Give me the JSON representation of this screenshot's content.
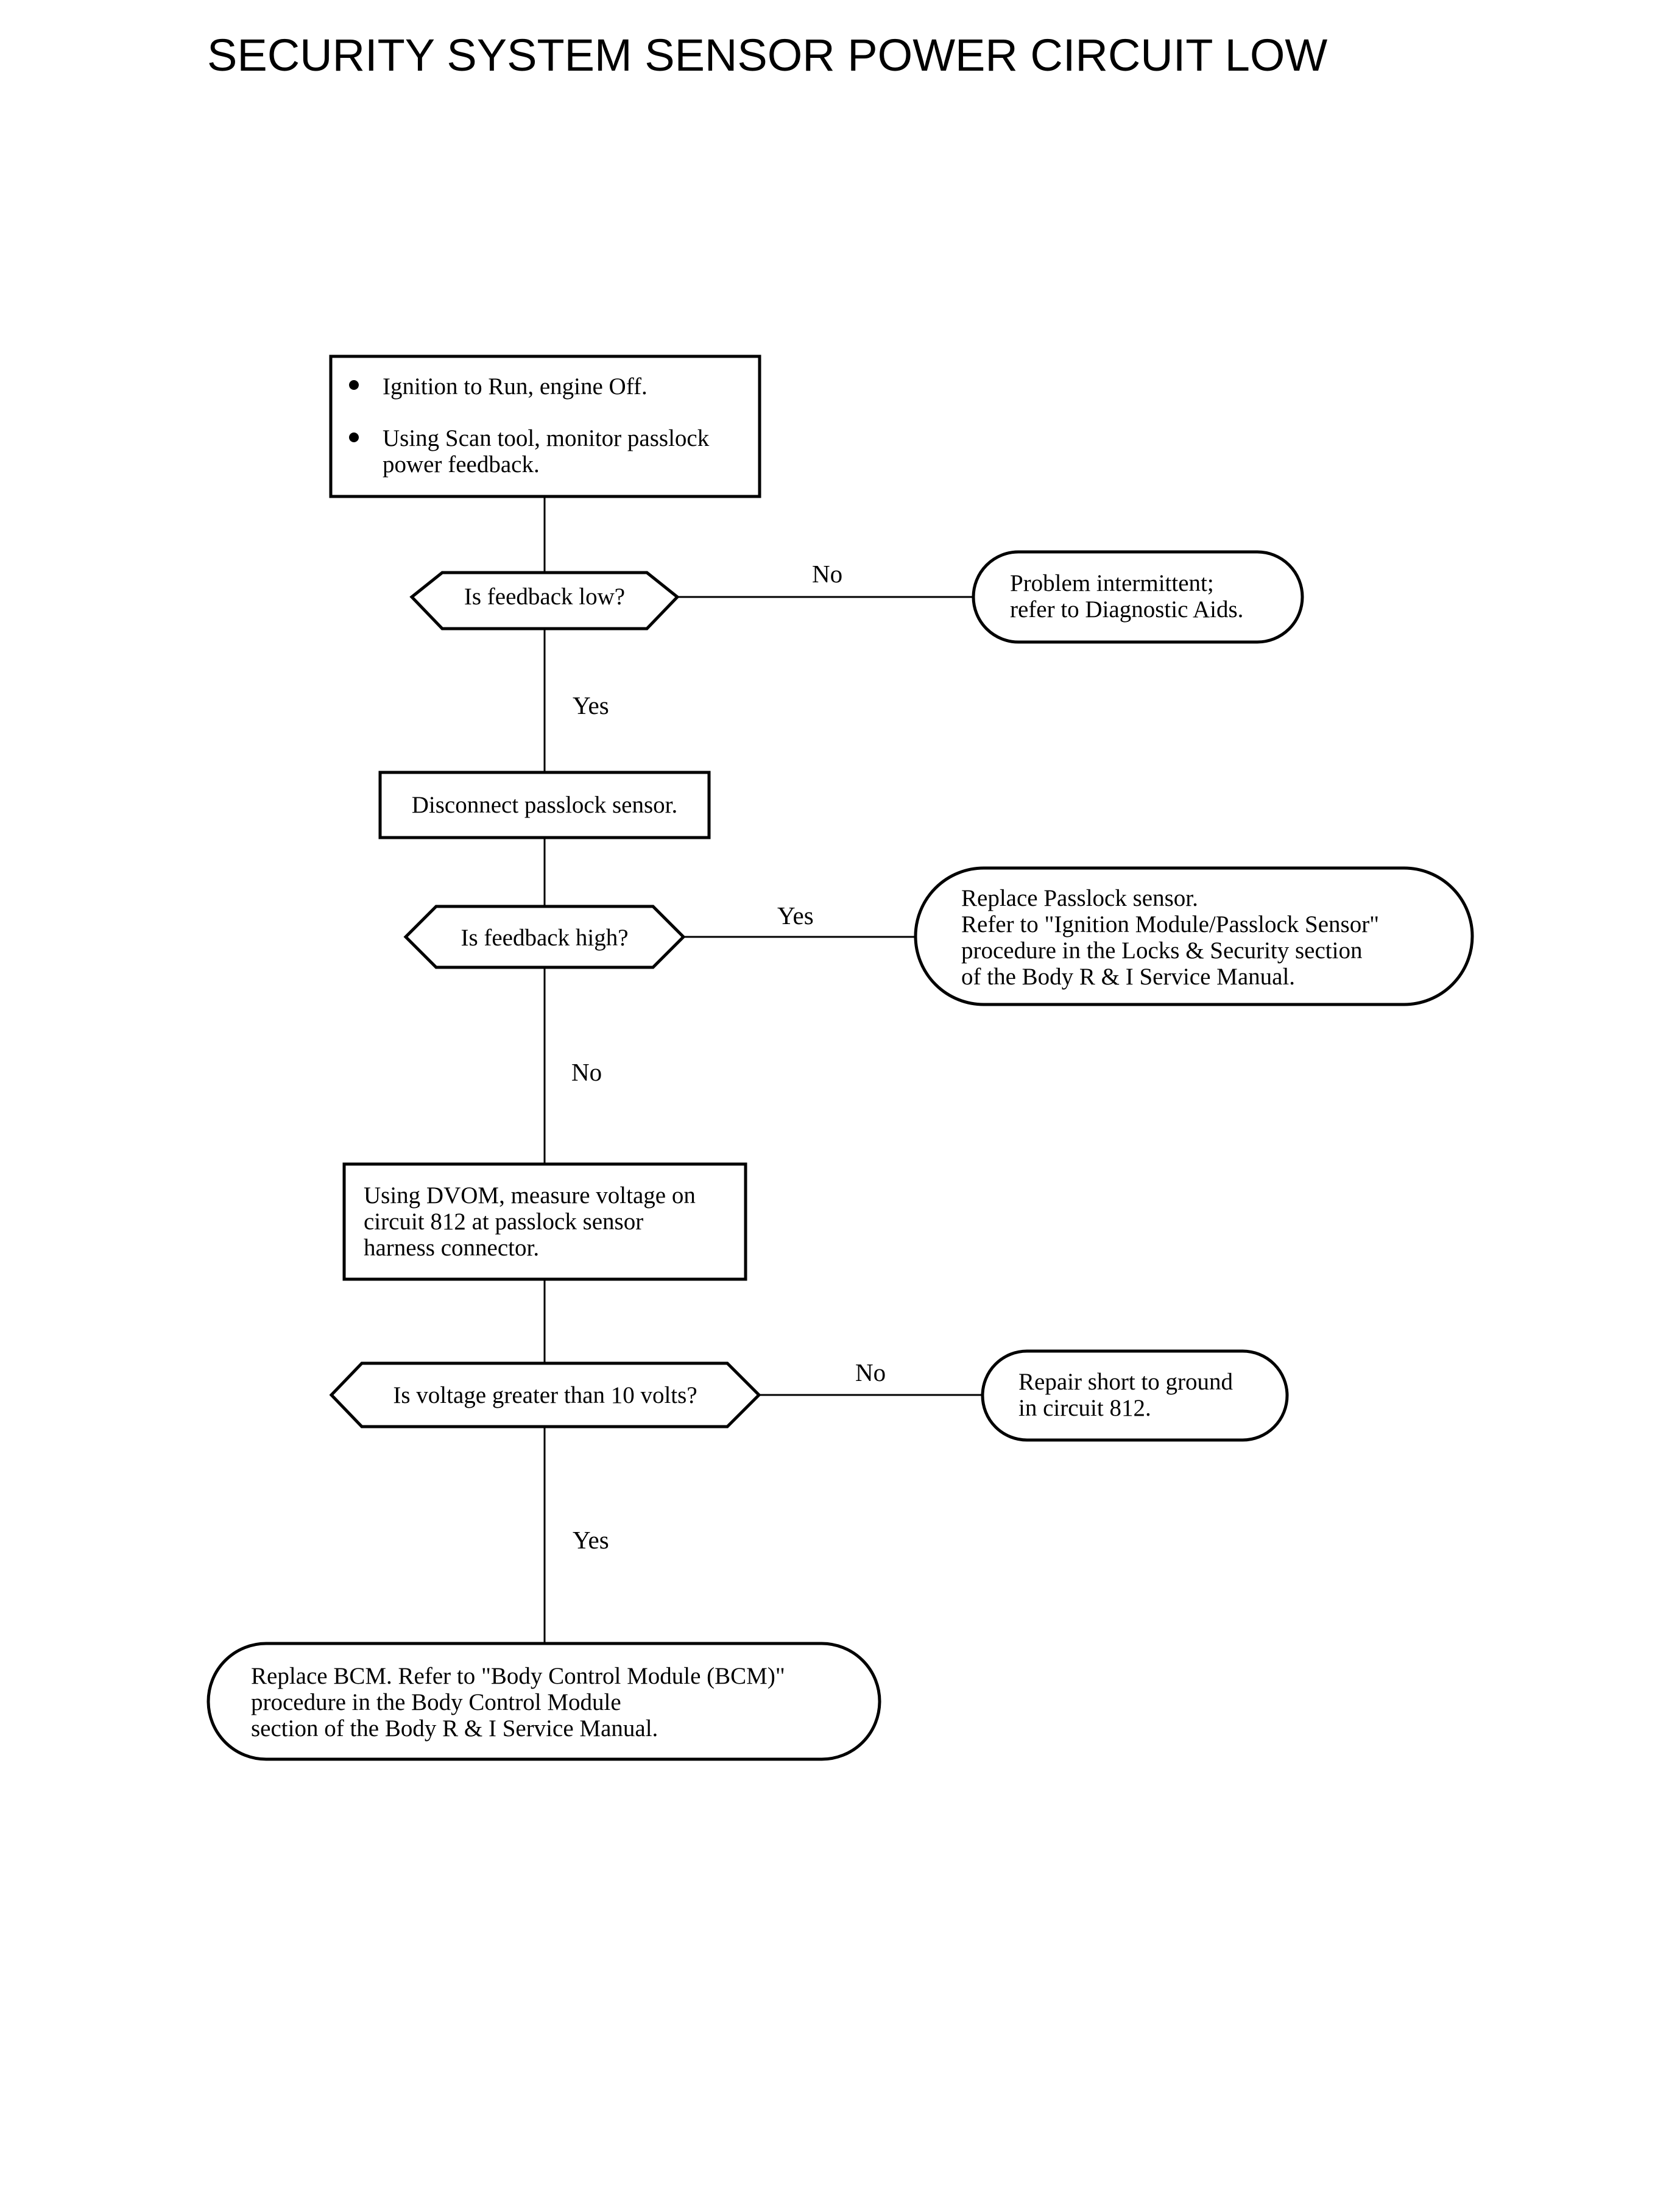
{
  "title": "SECURITY SYSTEM SENSOR POWER CIRCUIT LOW",
  "steps": {
    "step1": {
      "bullets": [
        "Ignition to Run,  engine Off.",
        "Using Scan tool, monitor passlock",
        "power feedback."
      ]
    },
    "q1": {
      "text": "Is feedback low?",
      "no_label": "No",
      "yes_label": "Yes"
    },
    "end1": {
      "lines": [
        "Problem intermittent;",
        "refer to Diagnostic Aids."
      ]
    },
    "step2": {
      "text": "Disconnect passlock sensor."
    },
    "q2": {
      "text": "Is feedback high?",
      "yes_label": "Yes",
      "no_label": "No"
    },
    "end2": {
      "lines": [
        "Replace Passlock sensor.",
        "Refer to \"Ignition Module/Passlock Sensor\"",
        "procedure in the Locks & Security section",
        "of the Body R & I Service Manual."
      ]
    },
    "step3": {
      "lines": [
        "Using DVOM, measure voltage on",
        "circuit 812 at passlock sensor",
        "harness connector."
      ]
    },
    "q3": {
      "text": "Is voltage greater than 10 volts?",
      "no_label": "No",
      "yes_label": "Yes"
    },
    "end3": {
      "lines": [
        "Repair short to ground",
        "in circuit 812."
      ]
    },
    "end4": {
      "lines": [
        "Replace BCM. Refer to \"Body Control Module (BCM)\"",
        "procedure in the Body Control Module",
        "section of the Body R & I Service Manual."
      ]
    }
  }
}
